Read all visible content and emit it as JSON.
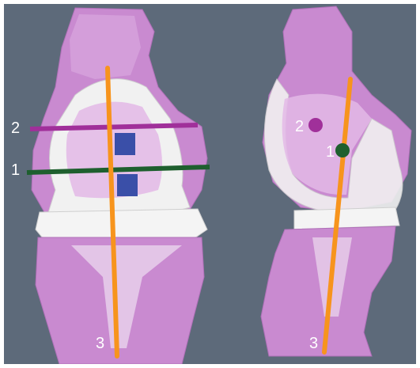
{
  "figure": {
    "colors": {
      "background": "#5d6a7a",
      "bone": "#c98ad0",
      "bone_light": "#e3b9e6",
      "implant": "#f1f1f1",
      "axis": "#f7941d",
      "line_1": "#1e5f2e",
      "line_2": "#a0309a",
      "insert": "#3a4fa8"
    },
    "anterior_view": {
      "line_1_label": "1",
      "line_2_label": "2",
      "axis_label": "3"
    },
    "lateral_view": {
      "point_1_label": "1",
      "point_2_label": "2",
      "axis_label": "3"
    }
  }
}
